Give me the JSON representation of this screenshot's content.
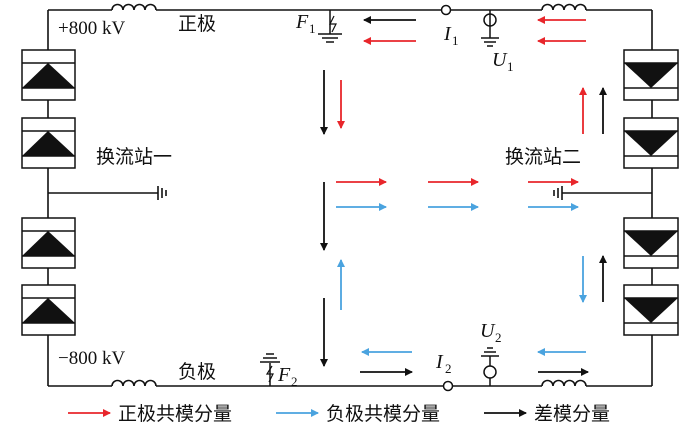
{
  "labels": {
    "positive_voltage": "+800 kV",
    "negative_voltage": "−800 kV",
    "positive_pole": "正极",
    "negative_pole": "负极",
    "station_1": "换流站一",
    "station_2": "换流站二",
    "fault_1": "F",
    "fault_1_sub": "1",
    "fault_2": "F",
    "fault_2_sub": "2",
    "current_1": "I",
    "current_1_sub": "1",
    "current_2": "I",
    "current_2_sub": "2",
    "voltage_1": "U",
    "voltage_1_sub": "1",
    "voltage_2": "U",
    "voltage_2_sub": "2"
  },
  "legend": {
    "positive_common": "正极共模分量",
    "negative_common": "负极共模分量",
    "differential": "差模分量"
  },
  "colors": {
    "positive_common": "#e8262b",
    "negative_common": "#4aa3df",
    "differential": "#111111"
  }
}
